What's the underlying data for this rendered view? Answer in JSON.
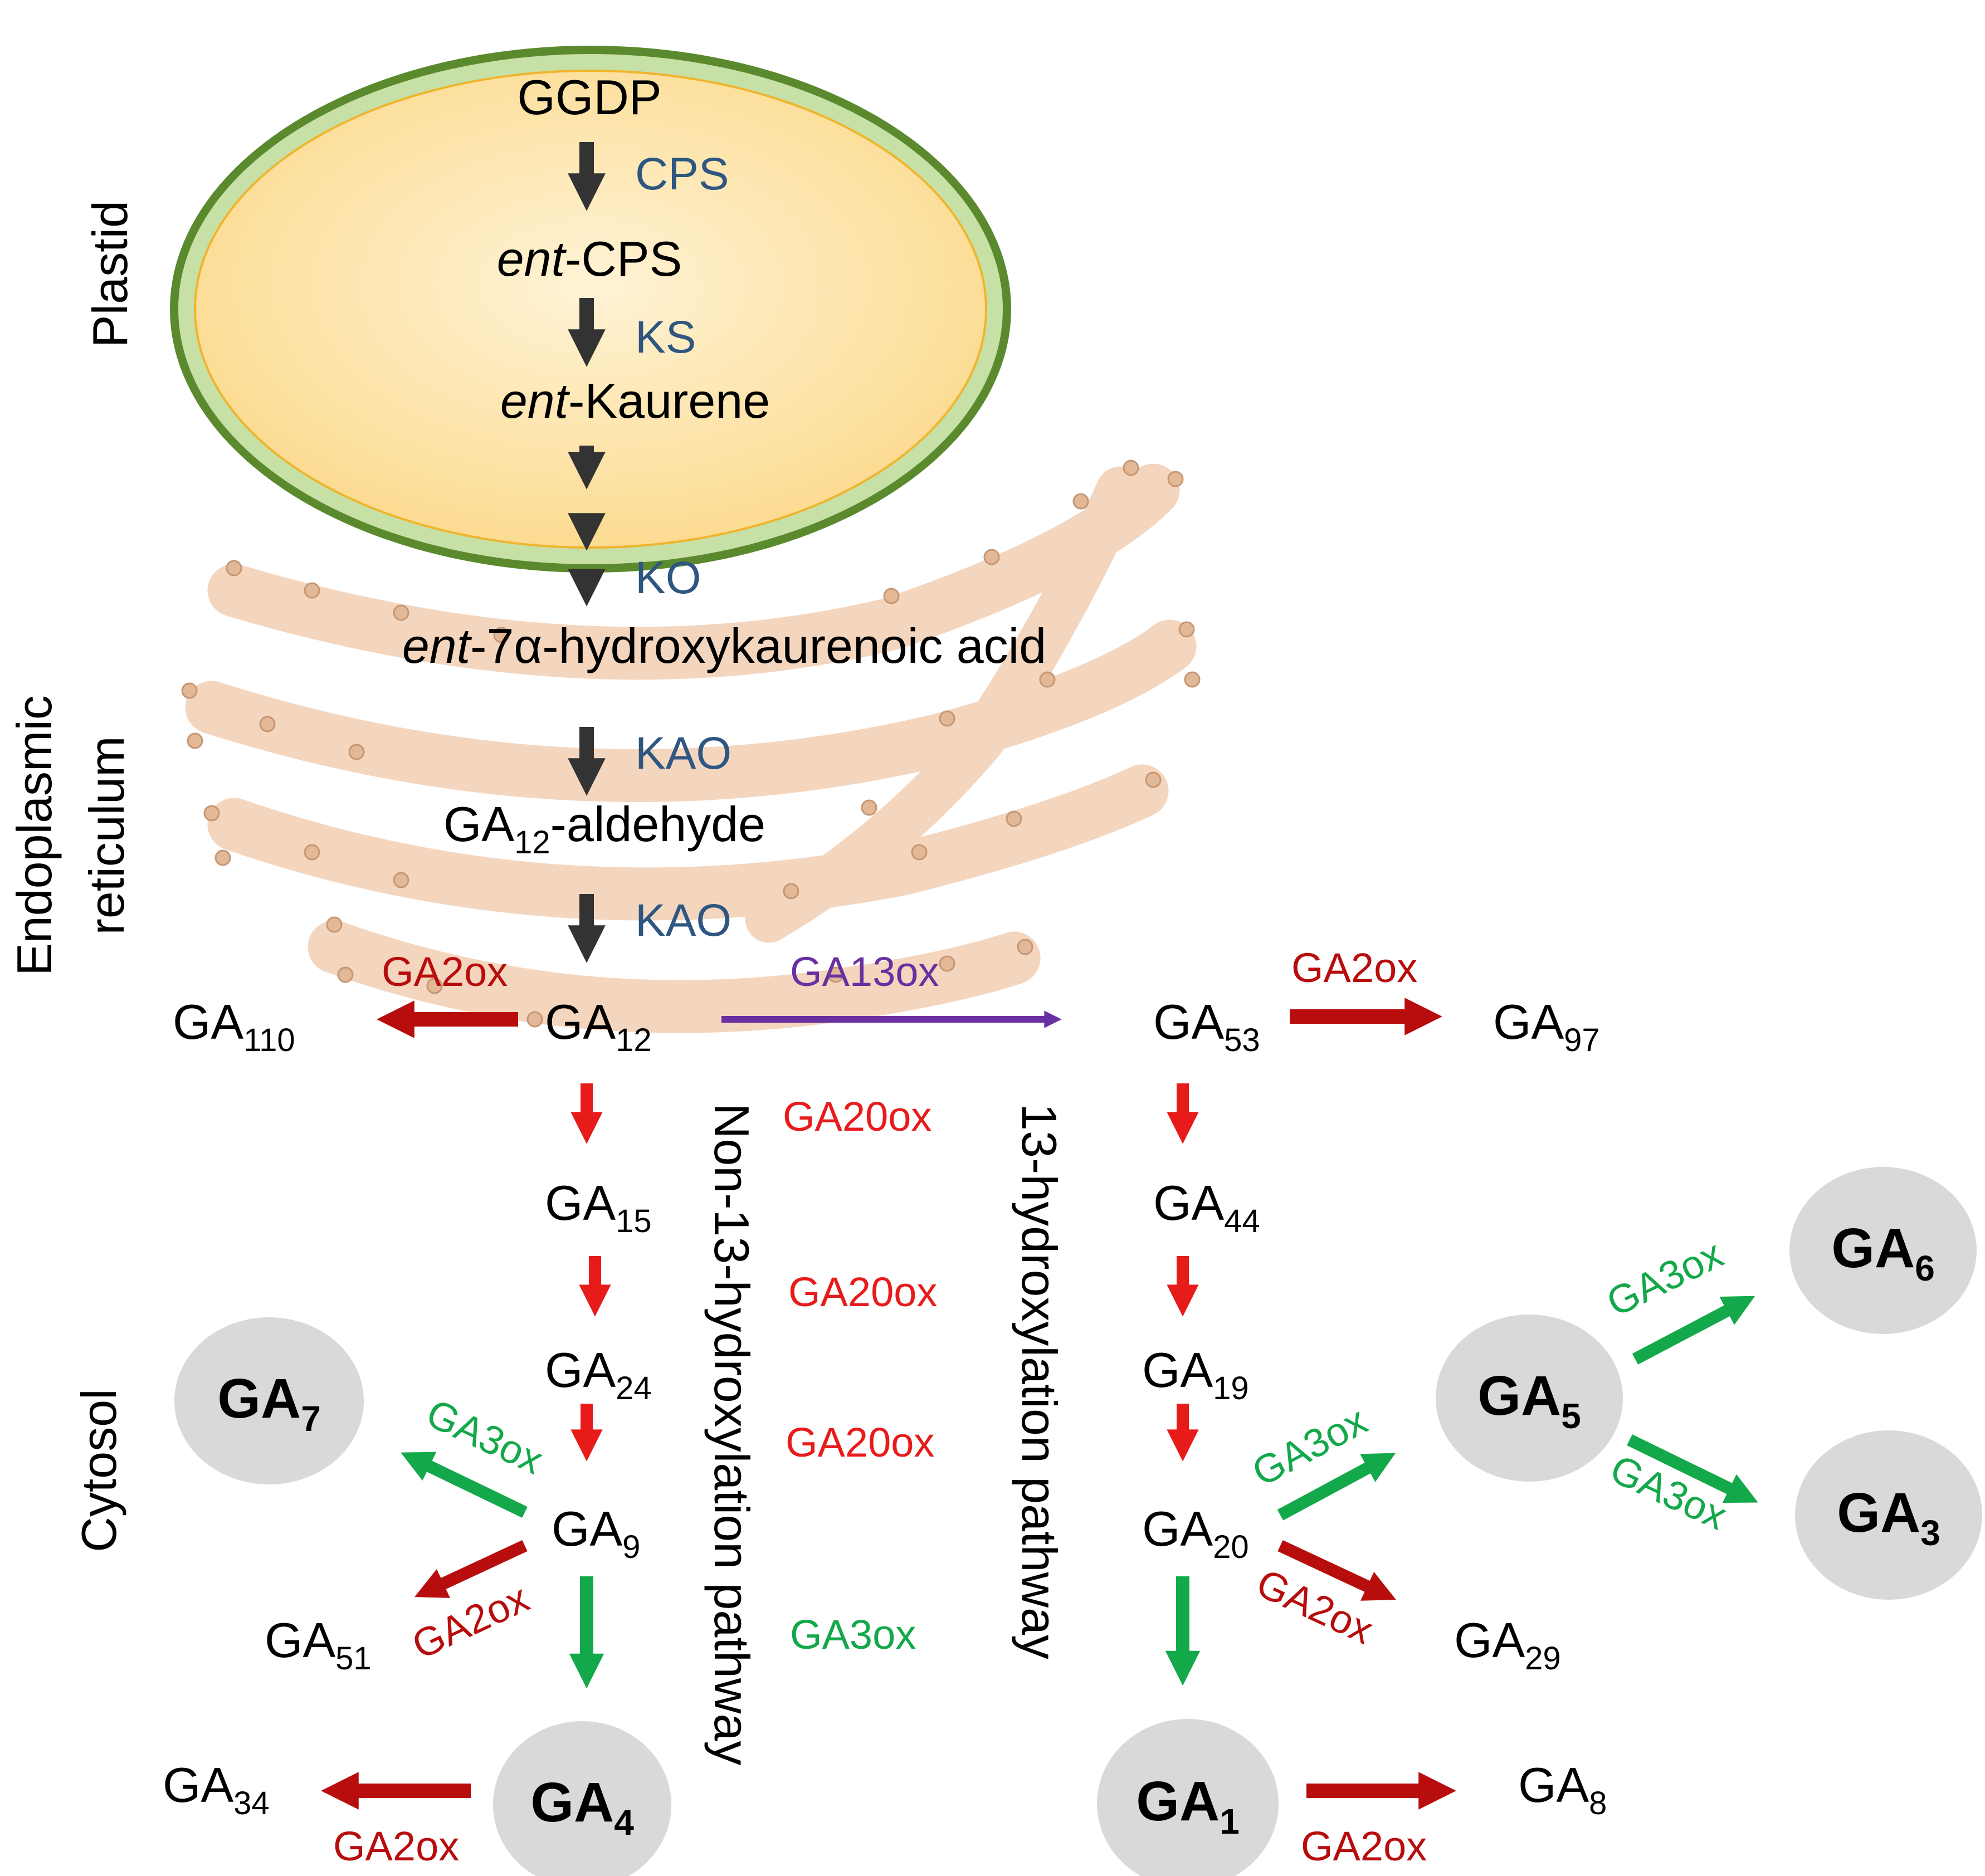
{
  "colors": {
    "plastid_outer": "#5b8a2e",
    "plastid_membrane": "#c7e0a6",
    "plastid_inner": "#fbd98b",
    "er": "#f6d6bf",
    "er_stroke": "#eeb995",
    "enzyme_plastid": "#2e5680",
    "arrow_dark": "#333333",
    "ga2ox": "#b80d0d",
    "ga20ox": "#e81b1b",
    "ga3ox": "#13a84a",
    "ga13ox": "#6a2fa0",
    "bioactive_bg": "#d9d9d9"
  },
  "compartments": {
    "plastid": "Plastid",
    "er_line1": "Endoplasmic",
    "er_line2": "reticulum",
    "cytosol": "Cytosol"
  },
  "pathways": {
    "non13": "Non-13-hydroxylation pathway",
    "p13": "13-hydroxylation pathway"
  },
  "enzymes": {
    "cps": "CPS",
    "ks": "KS",
    "ko": "KO",
    "kao": "KAO",
    "ga2ox": "GA2ox",
    "ga13ox": "GA13ox",
    "ga20ox": "GA20ox",
    "ga3ox": "GA3ox"
  },
  "compounds": {
    "ggdp": "GGDP",
    "ent_prefix": "ent",
    "ent_cps_rest": "-CPS",
    "ent_kaurene_rest": "-Kaurene",
    "ent_acid_rest": "-7α-hydroxykaurenoic acid",
    "ga_base": "GA",
    "aldehyde_suffix": "-aldehyde",
    "sub_12": "12",
    "sub_110": "110",
    "sub_53": "53",
    "sub_97": "97",
    "sub_15": "15",
    "sub_44": "44",
    "sub_24": "24",
    "sub_19": "19",
    "sub_9": "9",
    "sub_20": "20",
    "sub_51": "51",
    "sub_29": "29",
    "sub_34": "34",
    "sub_8": "8",
    "sub_7": "7",
    "sub_4": "4",
    "sub_1": "1",
    "sub_5": "5",
    "sub_6": "6",
    "sub_3": "3"
  }
}
